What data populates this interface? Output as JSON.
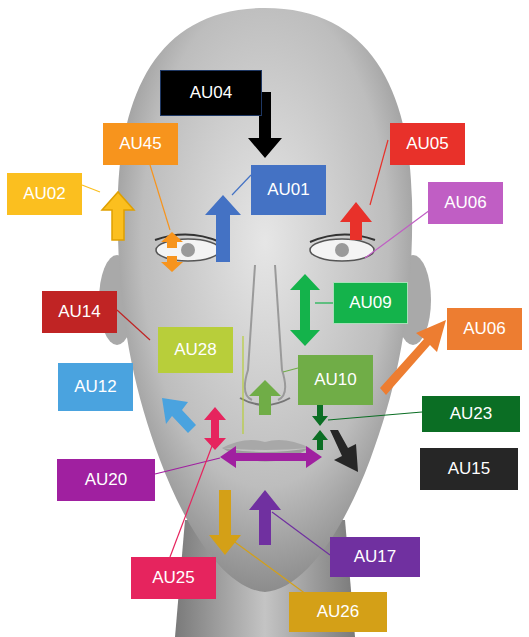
{
  "diagram": {
    "nodes": [
      {
        "text": [
          "AU04"
        ]
      },
      {
        "text": [
          "AU45"
        ]
      },
      {
        "text": [
          "AU05"
        ]
      },
      {
        "text": [
          "AU02"
        ]
      },
      {
        "text": [
          "AU01"
        ]
      },
      {
        "text": [
          "AU06"
        ]
      },
      {
        "text": [
          "AU09"
        ]
      },
      {
        "text": [
          "AU14"
        ]
      },
      {
        "text": [
          "AU28"
        ]
      },
      {
        "text": [
          "AU06"
        ]
      },
      {
        "text": [
          "AU10"
        ]
      },
      {
        "text": [
          "AU12"
        ]
      },
      {
        "text": [
          "AU23"
        ]
      },
      {
        "text": [
          "AU15"
        ]
      },
      {
        "text": [
          "AU20"
        ]
      },
      {
        "text": [
          "AU17"
        ]
      },
      {
        "text": [
          "AU25"
        ]
      },
      {
        "text": [
          "AU26"
        ]
      }
    ]
  }
}
